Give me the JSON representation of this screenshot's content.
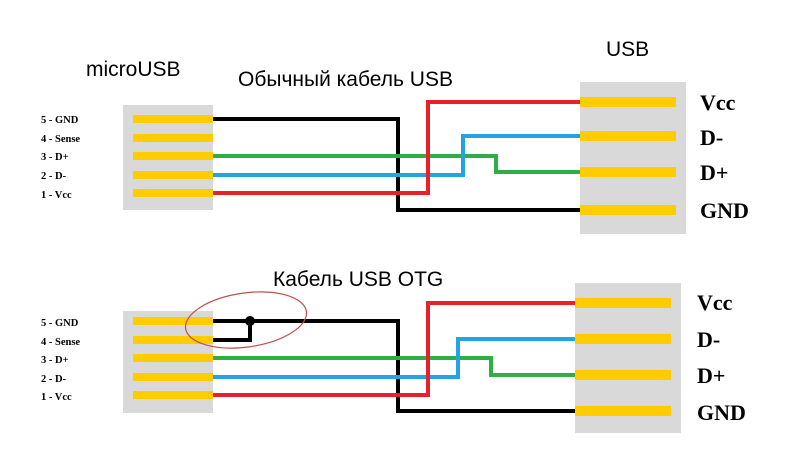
{
  "top": {
    "micro_label": "microUSB",
    "usb_label": "USB",
    "title": "Обычный кабель USB",
    "micro_pins": [
      "5 - GND",
      "4 - Sense",
      "3 - D+",
      "2 - D-",
      "1 - Vcc"
    ],
    "usb_pins": [
      "Vcc",
      "D-",
      "D+",
      "GND"
    ]
  },
  "bottom": {
    "title": "Кабель USB OTG",
    "micro_pins": [
      "5 - GND",
      "4 - Sense",
      "3 - D+",
      "2 - D-",
      "1 - Vcc"
    ],
    "usb_pins": [
      "Vcc",
      "D-",
      "D+",
      "GND"
    ]
  },
  "colors": {
    "connector_body": "#d9d9d9",
    "pin": "#ffcc00",
    "wire_black": "#000000",
    "wire_red": "#e8202a",
    "wire_green": "#2fae45",
    "wire_blue": "#23a3e3",
    "highlight_ellipse": "#c0504d"
  }
}
